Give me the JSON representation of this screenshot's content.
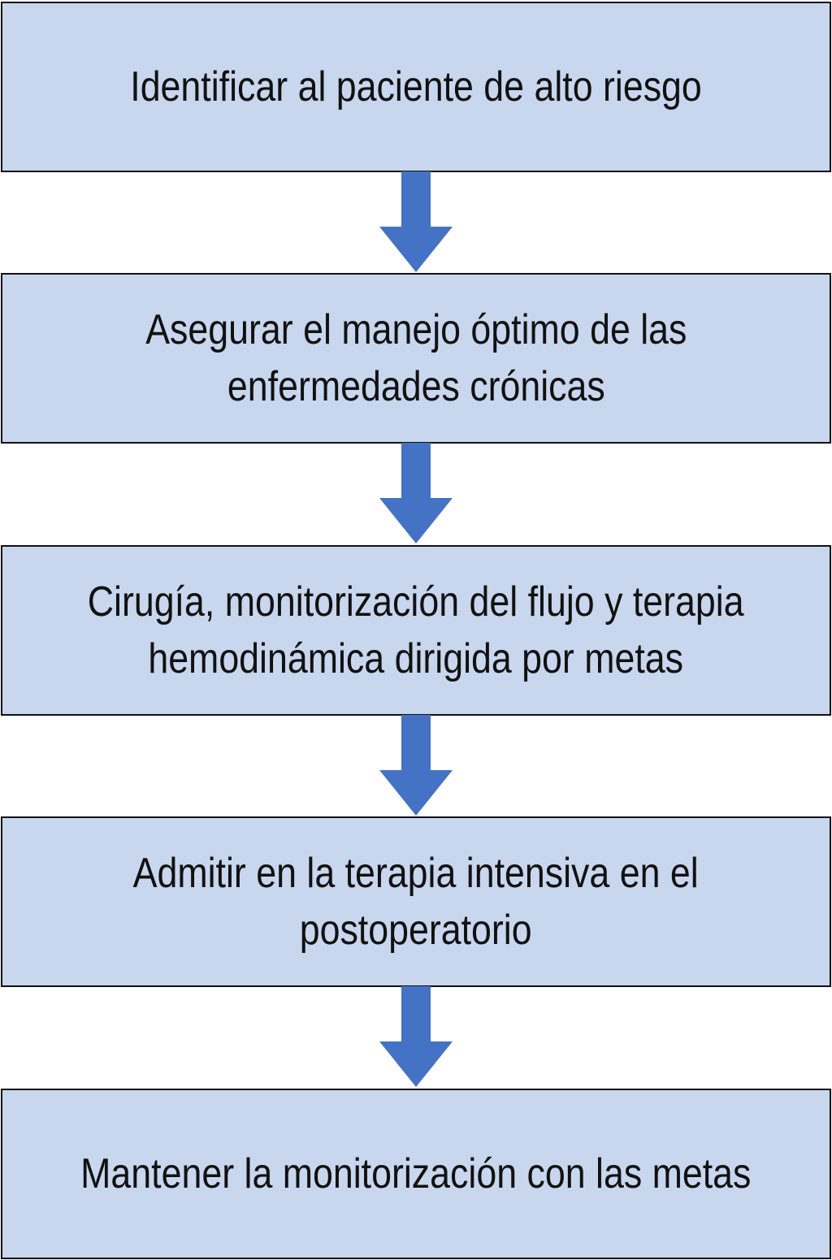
{
  "steps": [
    {
      "line1": "Identificar al paciente de alto riesgo",
      "line2": ""
    },
    {
      "line1": "Asegurar el manejo óptimo de las",
      "line2": "enfermedades crónicas"
    },
    {
      "line1": "Cirugía, monitorización del flujo y terapia",
      "line2": "hemodinámica dirigida por metas"
    },
    {
      "line1": "Admitir en la terapia intensiva en el",
      "line2": "postoperatorio"
    },
    {
      "line1": "Mantener la monitorización con las metas",
      "line2": ""
    }
  ],
  "colors": {
    "box_fill": "#c8d6ee",
    "box_border": "#111111",
    "arrow": "#4472c4",
    "text": "#111111"
  },
  "icons": {
    "connector": "arrow-down-icon"
  }
}
